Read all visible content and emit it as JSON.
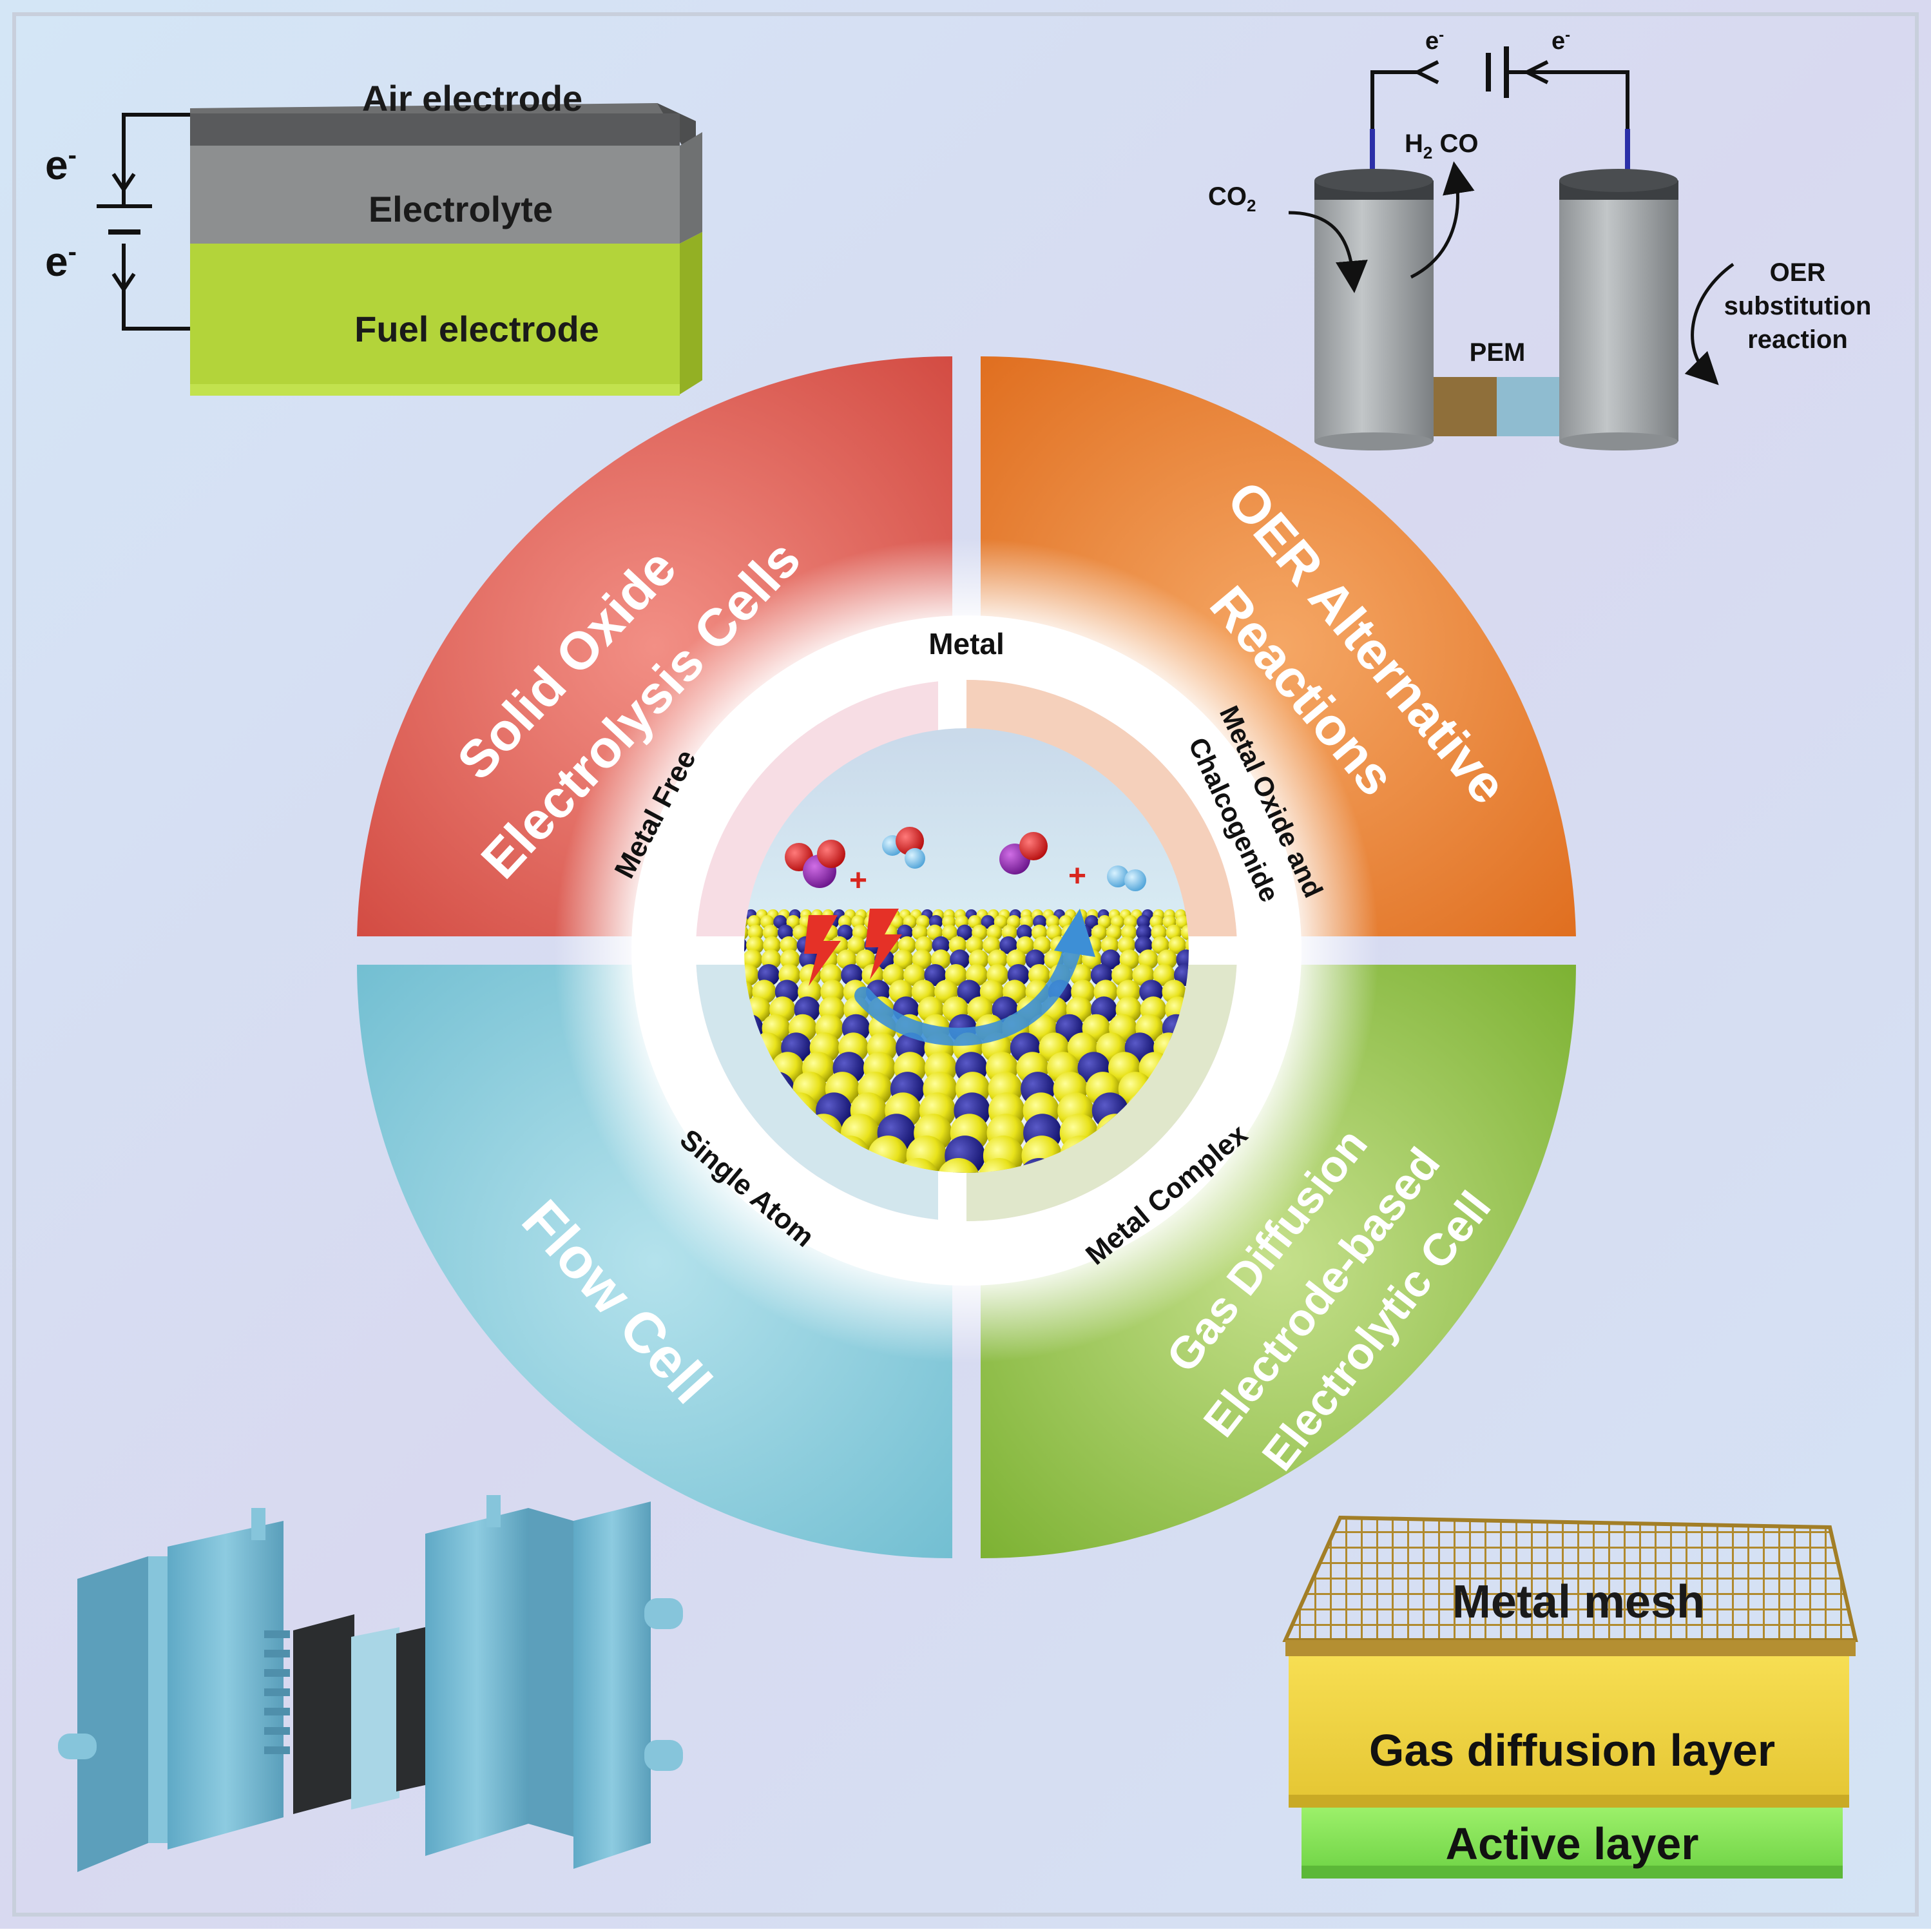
{
  "sofc_diagram": {
    "electron_top": "e",
    "electron_bottom": "e",
    "air_electrode": "Air electrode",
    "electrolyte": "Electrolyte",
    "fuel_electrode": "Fuel electrode"
  },
  "oer_diagram": {
    "electron_left": "e",
    "electron_right": "e",
    "products": "H",
    "products_sub": "2",
    "products_tail": " CO",
    "reactant": "CO",
    "reactant_sub": "2",
    "membrane": "PEM",
    "oer_label_1": "OER",
    "oer_label_2": "substitution",
    "oer_label_3": "reaction"
  },
  "quadrants": {
    "top_left": [
      "Solid Oxide",
      "Electrolysis Cells"
    ],
    "top_right": [
      "OER Alternative",
      "Reactions"
    ],
    "bottom_left": [
      "Flow Cell"
    ],
    "bottom_right": [
      "Gas Diffusion",
      "Electrode-based",
      "Electrolytic Cell"
    ]
  },
  "catalysts": {
    "metal": "Metal",
    "metal_free": "Metal Free",
    "metal_oxide_1": "Metal Oxide and",
    "metal_oxide_2": "Chalcogenide",
    "single_atom": "Single Atom",
    "metal_complex": "Metal Complex"
  },
  "center": {
    "plus_left": "+",
    "plus_right": "+"
  },
  "gde_diagram": {
    "metal_mesh": "Metal mesh",
    "gas_diffusion_layer": "Gas diffusion layer",
    "active_layer": "Active layer"
  },
  "colors": {
    "solid_oxide": "#d9534a",
    "oer": "#e47a2c",
    "flow_cell": "#7ec6d6",
    "gde": "#8ab83e",
    "background": "#d6e3f3"
  }
}
